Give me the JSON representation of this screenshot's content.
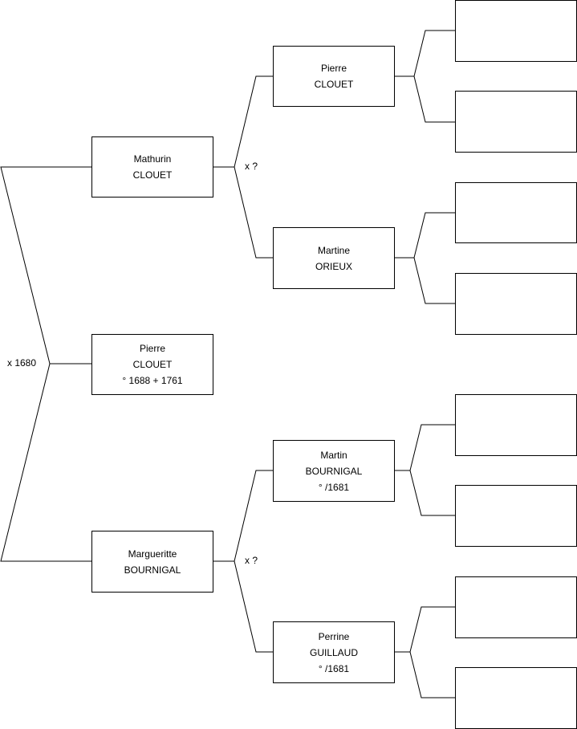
{
  "people": {
    "root": {
      "first": "Pierre",
      "last": "CLOUET",
      "dates": "° 1688 + 1761"
    },
    "father": {
      "first": "Mathurin",
      "last": "CLOUET"
    },
    "mother": {
      "first": "Margueritte",
      "last": "BOURNIGAL"
    },
    "ff": {
      "first": "Pierre",
      "last": "CLOUET"
    },
    "fm": {
      "first": "Martine",
      "last": "ORIEUX"
    },
    "mf": {
      "first": "Martin",
      "last": "BOURNIGAL",
      "dates": "° /1681"
    },
    "mm": {
      "first": "Perrine",
      "last": "GUILLAUD",
      "dates": "° /1681"
    }
  },
  "marriages": {
    "parents": "x 1680",
    "paternal_grandparents": "x ?",
    "maternal_grandparents": "x ?"
  },
  "colors": {
    "line": "#000000",
    "box_border": "#000000",
    "background": "#ffffff"
  }
}
